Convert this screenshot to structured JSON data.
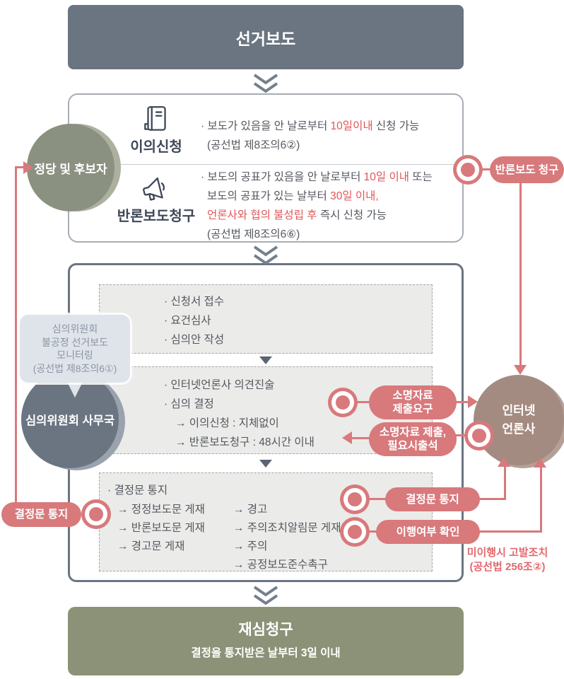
{
  "colors": {
    "accent_red": "#d8797c",
    "red_text": "#e25558",
    "slate": "#6b7481",
    "olive": "#8b9180",
    "mauve": "#a48b81",
    "footer_green": "#8c9277"
  },
  "header": {
    "title": "선거보도"
  },
  "request_box": {
    "row1": {
      "icon": "document-icon",
      "label": "이의신청",
      "line1": [
        {
          "t": "· 보도가 있음을 안 날로부터 "
        },
        {
          "t": "10일이내",
          "red": true
        },
        {
          "t": " 신청 가능"
        }
      ],
      "line2": "(공선법 제8조의6②)"
    },
    "row2": {
      "icon": "megaphone-icon",
      "label": "반론보도청구",
      "line1": [
        {
          "t": "· 보도의 공표가 있음을 안 날로부터 "
        },
        {
          "t": "10일 이내",
          "red": true
        },
        {
          "t": " 또는"
        }
      ],
      "line2": [
        {
          "t": "보도의 공표가 있는 날부터 "
        },
        {
          "t": "30일 이내,",
          "red": true
        }
      ],
      "line3": [
        {
          "t": "언론사와 협의 불성립 후",
          "red": true
        },
        {
          "t": " 즉시 신청 가능"
        }
      ],
      "line4": "(공선법 제8조의6⑥)"
    }
  },
  "actors": {
    "party": "정당 및 후보자",
    "secretariat": "심의위원회 사무국",
    "internet_media": "인터넷\n언론사"
  },
  "monitoring_bubble": "심의위원회\n불공정 선거보도\n모니터링\n(공선법 제8조의6①)",
  "process": {
    "step1": {
      "items": [
        "· 신청서 접수",
        "· 요건심사",
        "· 심의안 작성"
      ]
    },
    "step2": {
      "lines": [
        "· 인터넷언론사 의견진술",
        "· 심의 결정",
        "→ 이의신청 : 지체없이",
        "→ 반론보도청구 : 48시간 이내"
      ]
    },
    "step3": {
      "title": "· 결정문 통지",
      "col1": [
        "→ 정정보도문 게재",
        "→ 반론보도문 게재",
        "→ 경고문 게재"
      ],
      "col2": [
        "→ 경고",
        "→ 주의조치알림문 게재",
        "→ 주의",
        "→ 공정보도준수촉구"
      ]
    }
  },
  "badges": {
    "rebuttal_request": "반론보도 청구",
    "explain_request": "소명자료\n제출요구",
    "explain_submit": "소명자료 제출,\n필요시출석",
    "decision_notice_left": "결정문 통지",
    "decision_notice_right": "결정문 통지",
    "compliance_check": "이행여부 확인"
  },
  "notes": {
    "noncompliance": "미이행시 고발조치\n(공선법 256조②)"
  },
  "footer": {
    "title": "재심청구",
    "subtitle": "결정을 통지받은 날부터 3일 이내"
  }
}
